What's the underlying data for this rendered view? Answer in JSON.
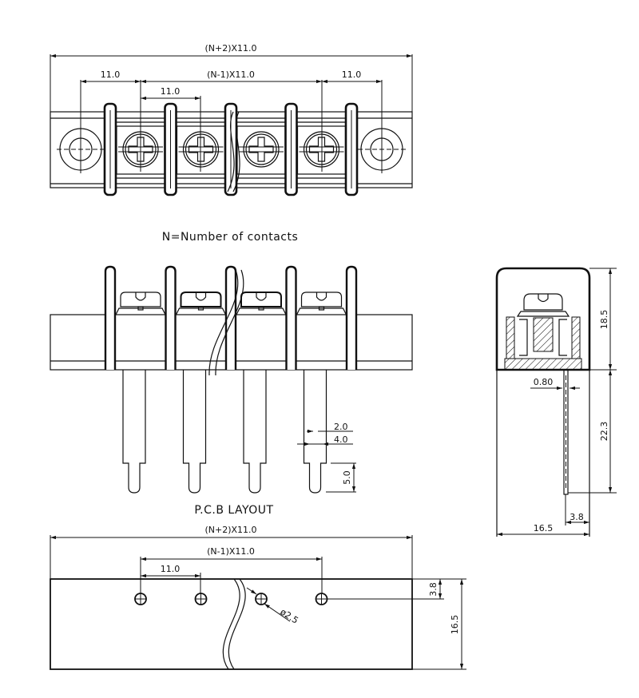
{
  "drawing": {
    "line_color": "#111111",
    "background": "#ffffff",
    "top_view": {
      "dims": {
        "overall": "(N+2)X11.0",
        "pitch_span": "(N-1)X11.0",
        "left_end": "11.0",
        "right_end": "11.0",
        "pitch": "11.0"
      },
      "contacts_shown": 4,
      "mounting_holes": 2
    },
    "note": "N=Number of contacts",
    "front_view": {
      "dims": {
        "pin_width": "2.0",
        "pin_shoulder": "4.0",
        "pin_tip_length": "5.0"
      }
    },
    "side_view": {
      "dims": {
        "body_height": "18.5",
        "pin_length": "22.3",
        "pin_thickness": "0.80",
        "depth": "16.5",
        "pin_offset": "3.8"
      }
    },
    "pcb_layout": {
      "title": "P.C.B LAYOUT",
      "dims": {
        "overall": "(N+2)X11.0",
        "pitch_span": "(N-1)X11.0",
        "pitch": "11.0",
        "hole_diameter": "ø2.5",
        "hole_offset": "3.8",
        "depth": "16.5"
      },
      "holes_shown": 4
    }
  }
}
